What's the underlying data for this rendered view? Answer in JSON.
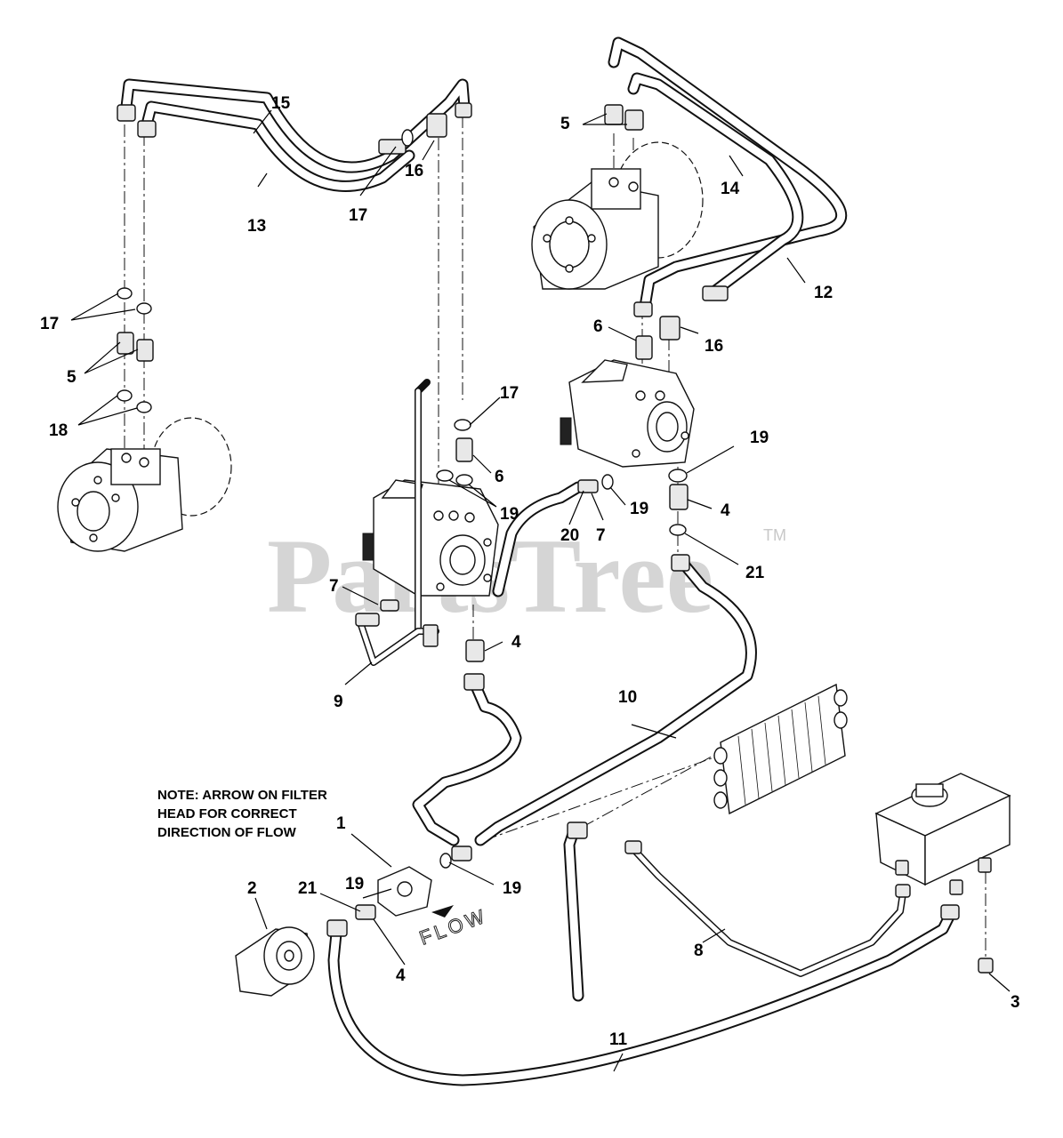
{
  "watermark": {
    "text": "PartsTree",
    "trademark": "TM"
  },
  "note": {
    "lines": [
      "NOTE: ARROW ON FILTER",
      "HEAD FOR CORRECT",
      "DIRECTION OF FLOW"
    ]
  },
  "flow_label": "FLOW",
  "callouts": {
    "c1": "1",
    "c2": "2",
    "c3": "3",
    "c4a": "4",
    "c4b": "4",
    "c4c": "4",
    "c5a": "5",
    "c5b": "5",
    "c6a": "6",
    "c6b": "6",
    "c7a": "7",
    "c7b": "7",
    "c8": "8",
    "c9": "9",
    "c10": "10",
    "c11": "11",
    "c12": "12",
    "c13": "13",
    "c14": "14",
    "c15": "15",
    "c16a": "16",
    "c16b": "16",
    "c17a": "17",
    "c17b": "17",
    "c17c": "17",
    "c18": "18",
    "c19a": "19",
    "c19b": "19",
    "c19c": "19",
    "c19d": "19",
    "c19e": "19",
    "c20": "20",
    "c21a": "21",
    "c21b": "21"
  }
}
